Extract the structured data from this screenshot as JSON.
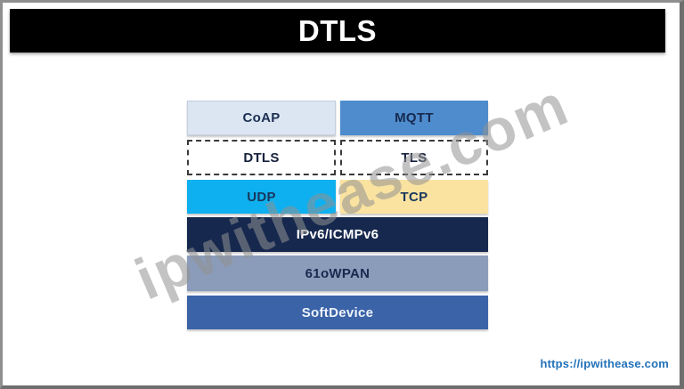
{
  "header": {
    "title": "DTLS",
    "bar_color": "#000000",
    "text_color": "#ffffff"
  },
  "watermark": {
    "text": "ipwithease.com"
  },
  "footer": {
    "link": "https://ipwithease.com",
    "link_color": "#2272b9"
  },
  "stack": {
    "boxes": {
      "coap": {
        "label": "CoAP",
        "fill": "#dce6f2",
        "text_color": "#1c2f52"
      },
      "mqtt": {
        "label": "MQTT",
        "fill": "#4e8ccd",
        "text_color": "#17294f"
      },
      "dtls": {
        "label": "DTLS",
        "fill": "#ffffff",
        "text_color": "#16213c",
        "border_style": "dashed"
      },
      "tls": {
        "label": "TLS",
        "fill": "#ffffff",
        "text_color": "#16213c",
        "border_style": "dashed"
      },
      "udp": {
        "label": "UDP",
        "fill": "#0fb0ef",
        "text_color": "#17375e"
      },
      "tcp": {
        "label": "TCP",
        "fill": "#fae3a0",
        "text_color": "#17375e"
      },
      "ipv6": {
        "label": "IPv6/ICMPv6",
        "fill": "#16284e",
        "text_color": "#ffffff"
      },
      "sixlowpan": {
        "label": "61oWPAN",
        "fill": "#8b9cba",
        "text_color": "#17294f"
      },
      "softdevice": {
        "label": "SoftDevice",
        "fill": "#3b63a8",
        "text_color": "#eef4fb"
      }
    }
  }
}
